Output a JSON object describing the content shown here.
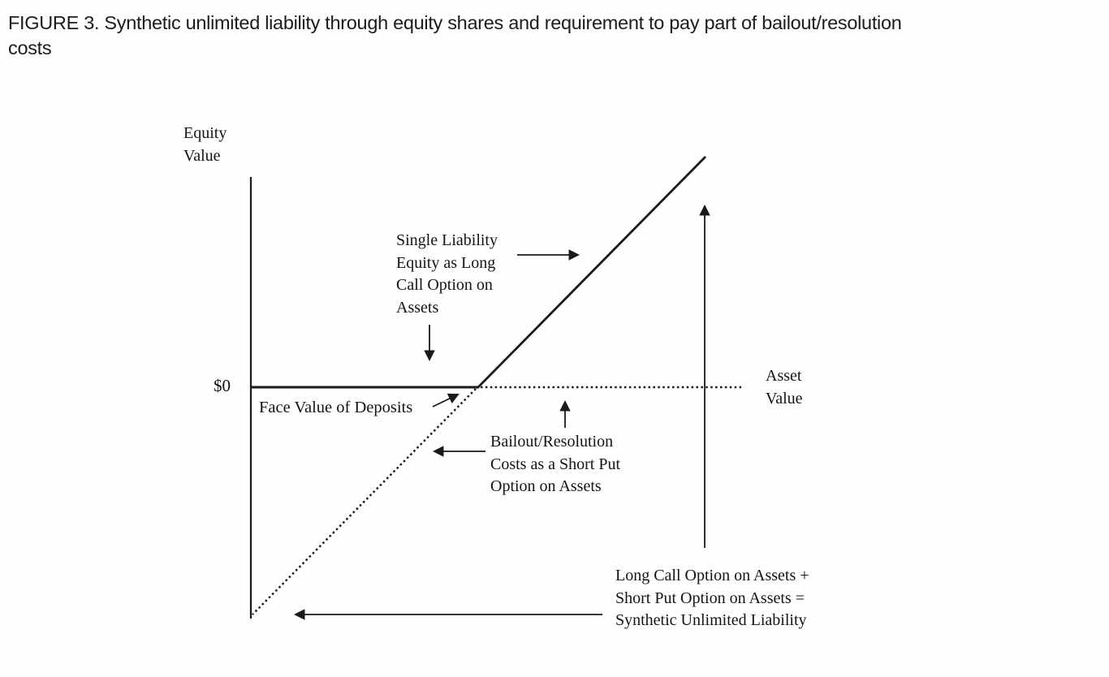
{
  "page": {
    "title": "FIGURE 3. Synthetic unlimited liability through equity shares and requirement to pay part of bailout/resolution\ncosts"
  },
  "figure": {
    "y_axis_label": "Equity\nValue",
    "x_axis_label": "Asset\nValue",
    "origin_label": "$0",
    "annotations": {
      "long_call": "Single Liability\nEquity as Long\nCall Option on\nAssets",
      "face_value": "Face Value of Deposits",
      "short_put": "Bailout/Resolution\nCosts as a Short Put\nOption on Assets",
      "synthetic": "Long Call Option on Assets +\nShort Put Option on Assets =\nSynthetic Unlimited Liability"
    },
    "colors": {
      "ink": "#1a1a1a",
      "background": "#fefefe"
    }
  }
}
